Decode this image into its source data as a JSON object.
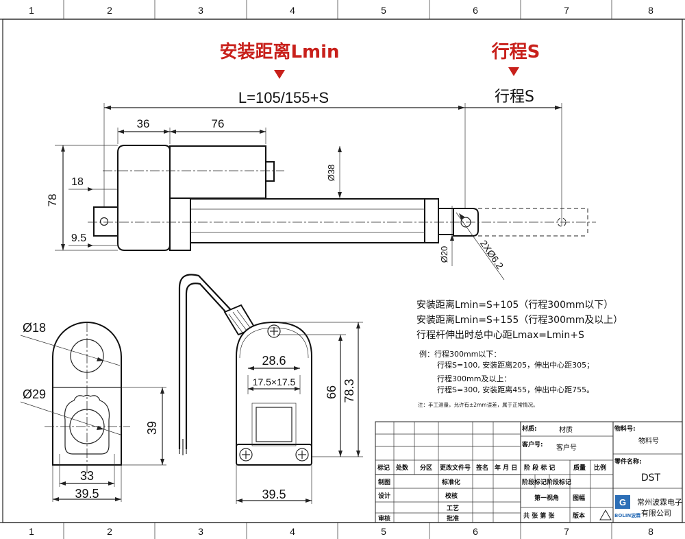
{
  "border": {
    "columns": [
      "1",
      "2",
      "3",
      "4",
      "5",
      "6",
      "7",
      "8"
    ]
  },
  "headings": {
    "install_distance": "安装距离Lmin",
    "stroke_red": "行程S"
  },
  "dimensions": {
    "total_length": "L=105/155+S",
    "stroke": "行程S",
    "d36": "36",
    "d76": "76",
    "d78": "78",
    "d18": "18",
    "d9_5": "9.5",
    "dia38": "Ø38",
    "dia20": "Ø20",
    "holes": "2XØ6.2",
    "dia18": "Ø18",
    "dia29": "Ø29",
    "d39": "39",
    "d33": "33",
    "d39_5_left": "39.5",
    "d28_6": "28.6",
    "sq17_5": "17.5×17.5",
    "d66": "66",
    "d78_3": "78.3",
    "d39_5_right": "39.5"
  },
  "formulas": [
    "安装距离Lmin=S+105（行程300mm以下）",
    "安装距离Lmin=S+155（行程300mm及以上）",
    "行程杆伸出时总中心距Lmax=Lmin+S"
  ],
  "example": {
    "label": "例：行程300mm以下：",
    "line1": "行程S=100, 安装距离205，伸出中心距305；",
    "line2": "行程300mm及以上：",
    "line3": "行程S=300, 安装距离455，伸出中心距755。"
  },
  "footnote": "注：手工测量，允许有±2mm误差，属于正常情况。",
  "title_block": {
    "material_label": "材质:",
    "material_value": "材质",
    "customer_label": "客户号:",
    "customer_value": "客户号",
    "part_no_label": "物料号:",
    "part_no_value": "物料号",
    "part_name_label": "零件名称:",
    "part_name_value": "DST",
    "row_headers": [
      "标记",
      "处数",
      "分区",
      "更改文件号",
      "签名",
      "年 月 日"
    ],
    "stage_mark": "阶 段 标 记",
    "quality": "质量",
    "scale": "比例",
    "draw": "制图",
    "standard": "标准化",
    "design": "设计",
    "proof": "校核",
    "process": "工艺",
    "review": "审核",
    "approve": "批准",
    "stage_mark2": "阶段标记阶段标记",
    "first_angle": "第一视角",
    "drawing_no": "图幅",
    "sheets": "共 张 第 张",
    "version": "版本",
    "company_line1": "常州波霖电子",
    "company_line2": "有限公司",
    "logo_text": "BOLIN波霖"
  }
}
